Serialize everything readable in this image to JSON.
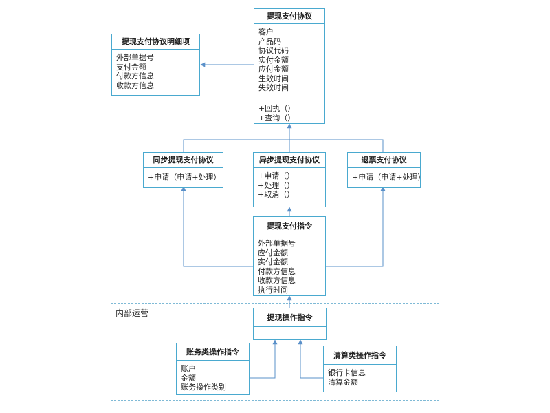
{
  "colors": {
    "border": "#4aa9cf",
    "connector": "#5a90c9",
    "group_border": "#7fbad6"
  },
  "group": {
    "label": "内部运营"
  },
  "classes": {
    "withdraw_agreement": {
      "title": "提现支付协议",
      "attributes": [
        "客户",
        "产品码",
        "协议代码",
        "实付金额",
        "应付金额",
        "生效时间",
        "失效时间"
      ],
      "methods": [
        "+回执（）",
        "+查询（）"
      ]
    },
    "withdraw_agreement_detail": {
      "title": "提现支付协议明细项",
      "attributes": [
        "外部单据号",
        "支付金额",
        "付款方信息",
        "收款方信息"
      ]
    },
    "sync_withdraw_agreement": {
      "title": "同步提现支付协议",
      "methods": [
        "+申请（申请+处理）"
      ]
    },
    "async_withdraw_agreement": {
      "title": "异步提现支付协议",
      "methods": [
        "+申请（）",
        "+处理（）",
        "+取消（）"
      ]
    },
    "refund_agreement": {
      "title": "退票支付协议",
      "methods": [
        "+申请（申请+处理）"
      ]
    },
    "withdraw_instruction": {
      "title": "提现支付指令",
      "attributes": [
        "外部单据号",
        "应付金额",
        "实付金额",
        "付款方信息",
        "收款方信息",
        "执行时间"
      ]
    },
    "operation_instruction": {
      "title": "提现操作指令"
    },
    "accounting_instruction": {
      "title": "账务类操作指令",
      "attributes": [
        "账户",
        "金额",
        "账务操作类别"
      ]
    },
    "clearing_instruction": {
      "title": "清算类操作指令",
      "attributes": [
        "银行卡信息",
        "清算金额"
      ]
    }
  }
}
